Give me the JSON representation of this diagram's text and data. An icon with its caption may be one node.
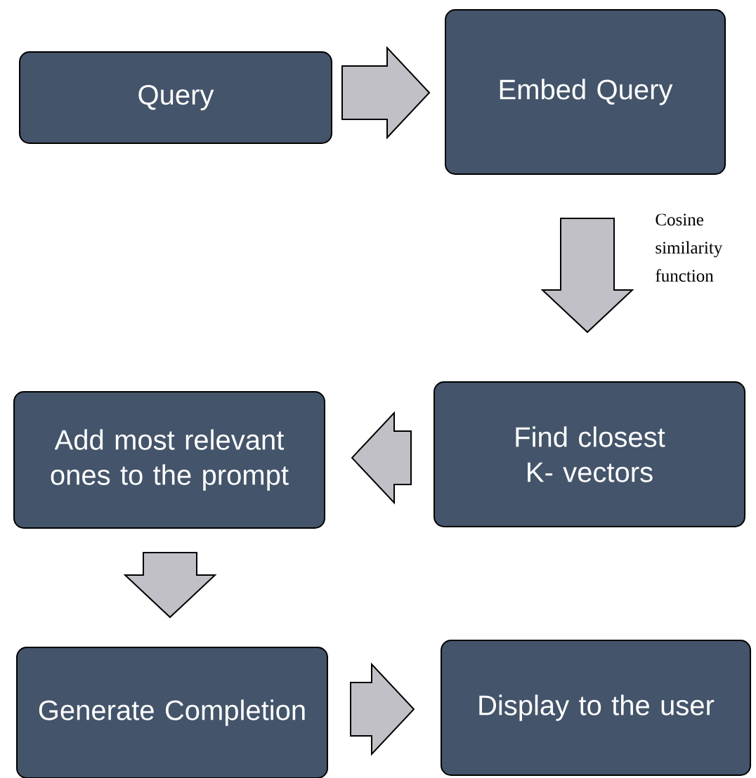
{
  "diagram": {
    "nodes": [
      {
        "text": [
          "Query"
        ]
      },
      {
        "text": [
          "Embed Query"
        ]
      },
      {
        "text": [
          "Find closest K- vectors"
        ]
      },
      {
        "text": [
          "Add most relevant ones to the prompt"
        ]
      },
      {
        "text": [
          "Generate Completion"
        ]
      },
      {
        "text": [
          "Display to the user"
        ]
      }
    ],
    "edges": [
      {
        "from": 0,
        "to": 1,
        "arrow": "to"
      },
      {
        "from": 1,
        "to": 2,
        "arrow": "to"
      },
      {
        "from": 2,
        "to": 3,
        "arrow": "to"
      },
      {
        "from": 3,
        "to": 4,
        "arrow": "to"
      },
      {
        "from": 4,
        "to": 5,
        "arrow": "to"
      }
    ],
    "labels": [
      "Cosine similarity function"
    ]
  }
}
